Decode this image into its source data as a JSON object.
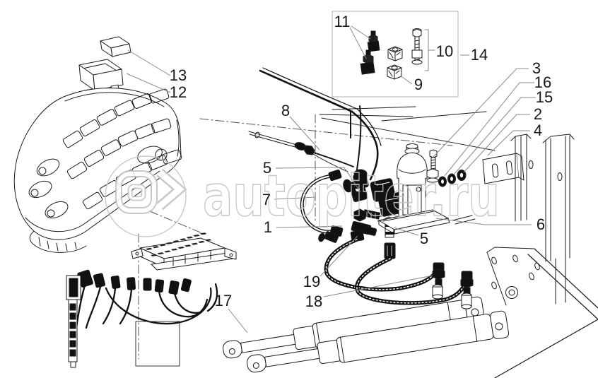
{
  "watermark": {
    "text": "autopiter.ru",
    "logo_letter": "a",
    "logo_arrow": ">"
  },
  "colors": {
    "ink": "#1a1a1a",
    "leader": "#8a8a8a",
    "watermark": "#c3c3c3",
    "background": "#ffffff"
  },
  "callouts": [
    {
      "label": "1"
    },
    {
      "label": "2"
    },
    {
      "label": "3"
    },
    {
      "label": "4"
    },
    {
      "label": "5"
    },
    {
      "label": "5"
    },
    {
      "label": "6"
    },
    {
      "label": "7"
    },
    {
      "label": "8"
    },
    {
      "label": "9"
    },
    {
      "label": "10"
    },
    {
      "label": "11"
    },
    {
      "label": "12"
    },
    {
      "label": "13"
    },
    {
      "label": "14"
    },
    {
      "label": "15"
    },
    {
      "label": "16"
    },
    {
      "label": "17"
    },
    {
      "label": "18"
    },
    {
      "label": "19"
    }
  ]
}
